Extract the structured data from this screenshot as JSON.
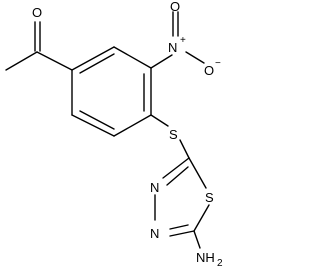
{
  "structure": {
    "atom_labels": {
      "carbonyl_oxygen": "O",
      "nitro_nitrogen": "N",
      "nitro_plus": "+",
      "nitro_oxygen": "O",
      "nitro_minus": "−",
      "thioether_sulfur": "S",
      "ring_nitrogen_1": "N",
      "ring_nitrogen_2": "N",
      "ring_sulfur": "S",
      "amino_group": "NH",
      "amino_subscript": "2"
    },
    "colors": {
      "line": "#000000",
      "background": "#ffffff"
    }
  }
}
